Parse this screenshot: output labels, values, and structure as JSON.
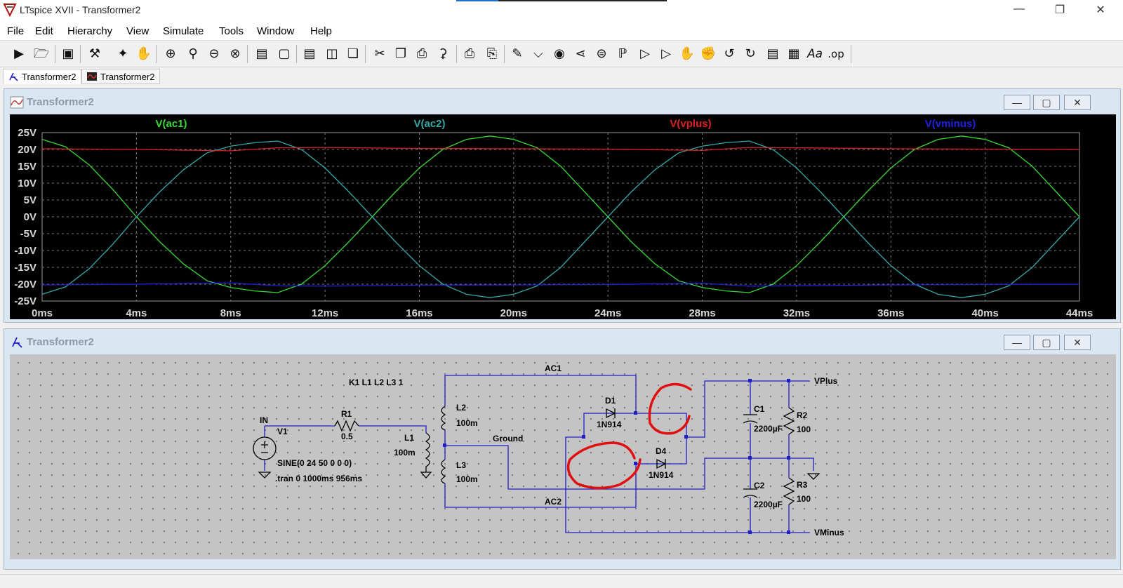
{
  "window": {
    "title": "LTspice XVII - Transformer2"
  },
  "menu": [
    "File",
    "Edit",
    "Hierarchy",
    "View",
    "Simulate",
    "Tools",
    "Window",
    "Help"
  ],
  "toolbar": {
    "icons": [
      "new-schematic-icon",
      "open-icon",
      "save-icon",
      "control-panel-icon",
      "run-icon",
      "halt-icon",
      "zoom-in-icon",
      "zoom-pan-icon",
      "zoom-out-icon",
      "zoom-cancel-icon",
      "autorange-icon",
      "clear-icon",
      "tile-horizontal-icon",
      "tile-vertical-icon",
      "cascade-icon",
      "cut-icon",
      "copy-icon",
      "paste-icon",
      "find-icon",
      "print-icon",
      "print-setup-icon",
      "draw-wire-icon",
      "ground-icon",
      "label-net-icon",
      "resistor-icon",
      "capacitor-icon",
      "inductor-icon",
      "diode-icon",
      "component-icon",
      "move-icon",
      "drag-icon",
      "undo-icon",
      "redo-icon",
      "rotate-icon",
      "mirror-icon",
      "text-icon",
      "spice-directive-icon"
    ],
    "text_label": "Aa",
    "op_label": ".op"
  },
  "tabs": [
    {
      "label": "Transformer2",
      "kind": "schematic"
    },
    {
      "label": "Transformer2",
      "kind": "waveform"
    }
  ],
  "waveform_window": {
    "title": "Transformer2"
  },
  "schematic_window": {
    "title": "Transformer2"
  },
  "chart_data": {
    "type": "line",
    "xlabel": "",
    "ylabel": "",
    "xlim": [
      0,
      44
    ],
    "ylim": [
      -25,
      25
    ],
    "x_ticks": [
      "0ms",
      "4ms",
      "8ms",
      "12ms",
      "16ms",
      "20ms",
      "24ms",
      "28ms",
      "32ms",
      "36ms",
      "40ms",
      "44ms"
    ],
    "y_ticks": [
      "25V",
      "20V",
      "15V",
      "10V",
      "5V",
      "0V",
      "-5V",
      "-10V",
      "-15V",
      "-20V",
      "-25V"
    ],
    "background": "#000000",
    "grid": true,
    "series": [
      {
        "name": "V(ac1)",
        "color": "#36d836",
        "x": [
          0,
          1,
          2,
          3,
          4,
          5,
          6,
          7,
          8,
          9,
          10,
          11,
          12,
          13,
          14,
          15,
          16,
          17,
          18,
          19,
          20,
          21,
          22,
          23,
          24,
          25,
          26,
          27,
          28,
          29,
          30,
          31,
          32,
          33,
          34,
          35,
          36,
          37,
          38,
          39,
          40,
          41,
          42,
          43,
          44
        ],
        "y": [
          23,
          20.8,
          15.4,
          8.1,
          0,
          -7.5,
          -14,
          -19,
          -21,
          -22,
          -22.5,
          -20,
          -14.5,
          -7.5,
          0,
          7.5,
          14.5,
          20,
          23,
          24,
          23,
          20.5,
          15,
          7.5,
          0,
          -7.5,
          -14,
          -19,
          -21,
          -22,
          -22.5,
          -20,
          -14.5,
          -7.5,
          0,
          7.5,
          14.5,
          20,
          23,
          24,
          23,
          20.5,
          15,
          7.5,
          0
        ]
      },
      {
        "name": "V(ac2)",
        "color": "#35a7a7",
        "x": [
          0,
          1,
          2,
          3,
          4,
          5,
          6,
          7,
          8,
          9,
          10,
          11,
          12,
          13,
          14,
          15,
          16,
          17,
          18,
          19,
          20,
          21,
          22,
          23,
          24,
          25,
          26,
          27,
          28,
          29,
          30,
          31,
          32,
          33,
          34,
          35,
          36,
          37,
          38,
          39,
          40,
          41,
          42,
          43,
          44
        ],
        "y": [
          -23,
          -20.8,
          -15.4,
          -8.1,
          0,
          7.5,
          14,
          19,
          21,
          22,
          22.5,
          20,
          14.5,
          7.5,
          0,
          -7.5,
          -14.5,
          -20,
          -23,
          -24,
          -23,
          -20.5,
          -15,
          -7.5,
          0,
          7.5,
          14,
          19,
          21,
          22,
          22.5,
          20,
          14.5,
          7.5,
          0,
          -7.5,
          -14.5,
          -20,
          -23,
          -24,
          -23,
          -20.5,
          -15,
          -7.5,
          0
        ]
      },
      {
        "name": "V(vplus)",
        "color": "#e02020",
        "x": [
          0,
          4,
          8,
          10,
          12,
          16,
          20,
          24,
          28,
          30,
          32,
          36,
          40,
          44
        ],
        "y": [
          20.2,
          20,
          19.6,
          20.5,
          20.6,
          20.3,
          20.2,
          20.1,
          19.7,
          20.6,
          20.5,
          20.2,
          20.1,
          20
        ]
      },
      {
        "name": "V(vminus)",
        "color": "#2020e0",
        "x": [
          0,
          4,
          8,
          10,
          12,
          16,
          20,
          24,
          28,
          30,
          32,
          36,
          40,
          44
        ],
        "y": [
          -20.2,
          -20,
          -19.6,
          -20.5,
          -20.6,
          -20.3,
          -20.2,
          -20.1,
          -19.7,
          -20.6,
          -20.5,
          -20.2,
          -20.1,
          -20
        ]
      }
    ]
  },
  "schematic": {
    "labels": {
      "k": "K1 L1 L2 L3 1",
      "in": "IN",
      "v1": "V1",
      "sine": "SINE(0 24 50 0 0 0)",
      "tran": ".tran 0 1000ms 956ms",
      "r1": "R1",
      "r1v": "0.5",
      "l1": "L1",
      "l1v": "100m",
      "l2": "L2",
      "l2v": "100m",
      "l3": "L3",
      "l3v": "100m",
      "ac1": "AC1",
      "ac2": "AC2",
      "ground": "Ground",
      "d1": "D1",
      "d1v": "1N914",
      "d4": "D4",
      "d4v": "1N914",
      "c1": "C1",
      "c1v": "2200µF",
      "c2": "C2",
      "c2v": "2200µF",
      "r2": "R2",
      "r2v": "100",
      "r3": "R3",
      "r3v": "100",
      "vplus": "VPlus",
      "vminus": "VMinus"
    },
    "wire_color": "#1f1fc8",
    "annotation_color": "#e01010"
  }
}
